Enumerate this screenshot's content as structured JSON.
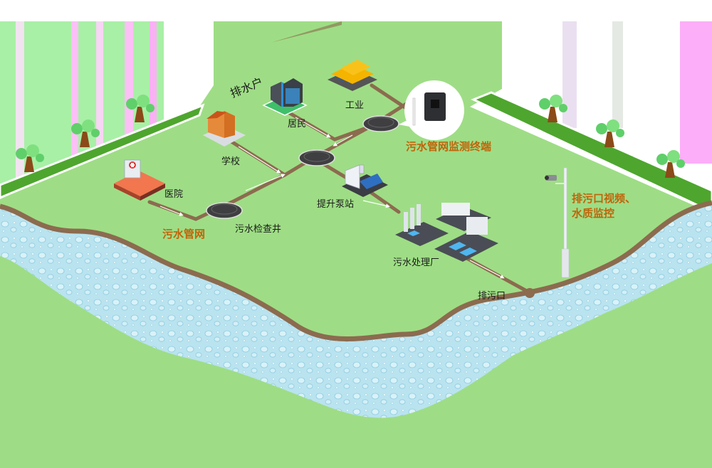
{
  "diagram": {
    "title": "排水户",
    "colors": {
      "grass": "#9edd85",
      "grass_light": "#a8f0a6",
      "hedge": "#4ea62e",
      "pipe": "#8c6b4f",
      "water": "#b7e2ef",
      "accent_text": "#c0640a",
      "text": "#1a1a1a"
    },
    "nodes": {
      "industry": "工业",
      "residents": "居民",
      "school": "学校",
      "hospital": "医院",
      "pump_station": "提升泵站",
      "treatment_plant": "污水处理厂",
      "outfall": "排污口",
      "inspection_well": "污水检查井"
    },
    "callouts": {
      "pipe_network": "污水管网",
      "monitoring_terminal": "污水管网监测终端",
      "outfall_video_line1": "排污口视频、",
      "outfall_video_line2": "水质监控"
    },
    "icons": [
      "factory-icon",
      "apartment-icon",
      "house-icon",
      "hospital-icon",
      "pump-station-icon",
      "treatment-plant-icon",
      "manhole-icon",
      "monitor-device-icon",
      "camera-pole-icon",
      "tree-icon"
    ]
  }
}
